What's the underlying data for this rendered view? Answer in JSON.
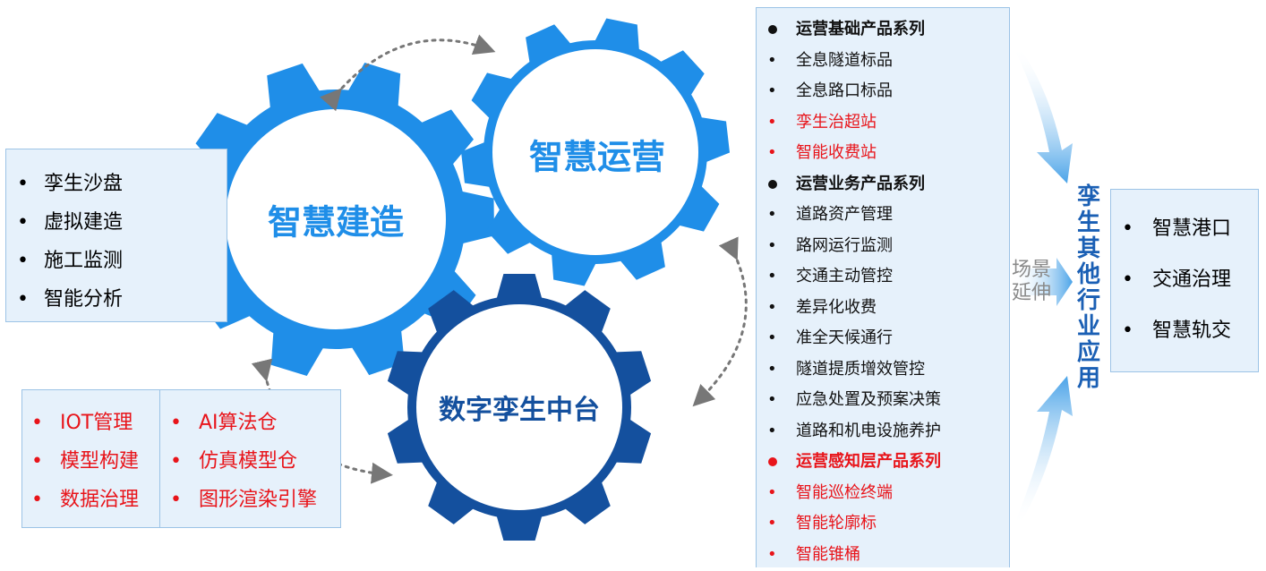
{
  "gears": {
    "construction": "智慧建造",
    "operation": "智慧运营",
    "twin_platform": "数字孪生中台"
  },
  "left_panel": {
    "items": [
      "孪生沙盘",
      "虚拟建造",
      "施工监测",
      "智能分析"
    ]
  },
  "bottom_panel": {
    "left_items": [
      "IOT管理",
      "模型构建",
      "数据治理"
    ],
    "right_items": [
      "AI算法仓",
      "仿真模型仓",
      "图形渲染引擎"
    ]
  },
  "product_list": {
    "groups": [
      {
        "title": "运营基础产品系列",
        "title_color": "black",
        "items": [
          {
            "text": "全息隧道标品",
            "color": "black"
          },
          {
            "text": "全息路口标品",
            "color": "black"
          },
          {
            "text": "孪生治超站",
            "color": "red"
          },
          {
            "text": "智能收费站",
            "color": "red"
          }
        ]
      },
      {
        "title": "运营业务产品系列",
        "title_color": "black",
        "items": [
          {
            "text": "道路资产管理",
            "color": "black"
          },
          {
            "text": "路网运行监测",
            "color": "black"
          },
          {
            "text": "交通主动管控",
            "color": "black"
          },
          {
            "text": "差异化收费",
            "color": "black"
          },
          {
            "text": "准全天候通行",
            "color": "black"
          },
          {
            "text": "隧道提质增效管控",
            "color": "black"
          },
          {
            "text": "应急处置及预案决策",
            "color": "black"
          },
          {
            "text": "道路和机电设施养护",
            "color": "black"
          }
        ]
      },
      {
        "title": "运营感知层产品系列",
        "title_color": "red",
        "items": [
          {
            "text": "智能巡检终端",
            "color": "red"
          },
          {
            "text": "智能轮廓标",
            "color": "red"
          },
          {
            "text": "智能锥桶",
            "color": "red"
          }
        ]
      }
    ]
  },
  "extension_label": "场景延伸",
  "extension_title": "孪生其他行业应用",
  "right_panel": {
    "items": [
      "智慧港口",
      "交通治理",
      "智慧轨交"
    ]
  },
  "colors": {
    "gear_light": "#1f8ee8",
    "gear_dark": "#14509e",
    "accent_red": "#e8141a",
    "panel_bg": "#e6f1fb",
    "title_blue": "#1a5fb4"
  }
}
